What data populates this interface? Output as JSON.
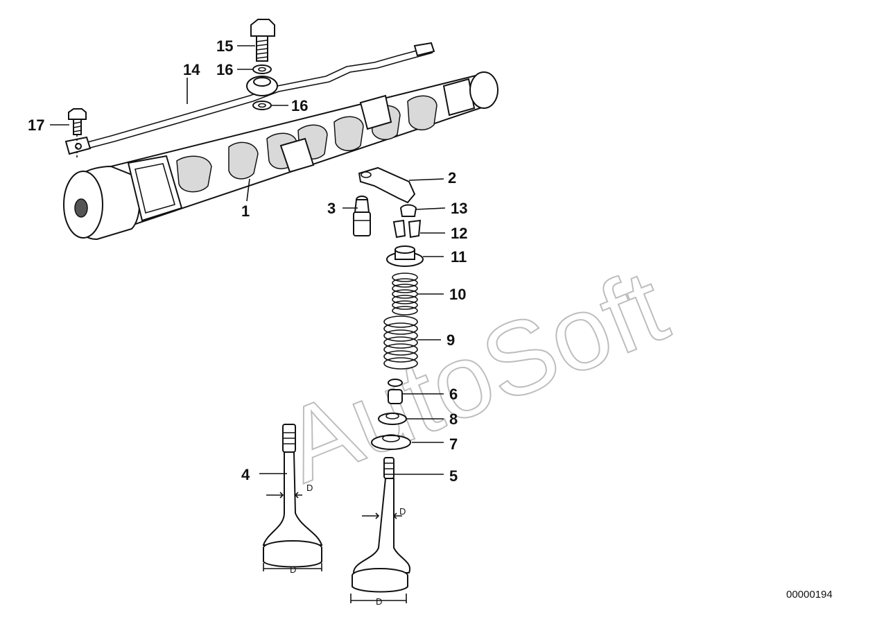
{
  "watermark": "AutoSoft",
  "document_id": "00000194",
  "dimension_label": "D",
  "callouts": [
    {
      "key": "camshaft",
      "label": "1"
    },
    {
      "key": "rocker_arm",
      "label": "2"
    },
    {
      "key": "hydraulic_lifter",
      "label": "3"
    },
    {
      "key": "intake_valve",
      "label": "4"
    },
    {
      "key": "exhaust_valve",
      "label": "5"
    },
    {
      "key": "valve_stem_seal",
      "label": "6"
    },
    {
      "key": "spring_seat_lower",
      "label": "7"
    },
    {
      "key": "spring_seat_upper",
      "label": "8"
    },
    {
      "key": "outer_valve_spring",
      "label": "9"
    },
    {
      "key": "inner_valve_spring",
      "label": "10"
    },
    {
      "key": "spring_retainer",
      "label": "11"
    },
    {
      "key": "valve_keepers",
      "label": "12"
    },
    {
      "key": "valve_cap",
      "label": "13"
    },
    {
      "key": "oil_pipe",
      "label": "14"
    },
    {
      "key": "banjo_bolt",
      "label": "15"
    },
    {
      "key": "sealing_ring_upper",
      "label": "16"
    },
    {
      "key": "sealing_ring_lower",
      "label": "16"
    },
    {
      "key": "screw",
      "label": "17"
    }
  ]
}
